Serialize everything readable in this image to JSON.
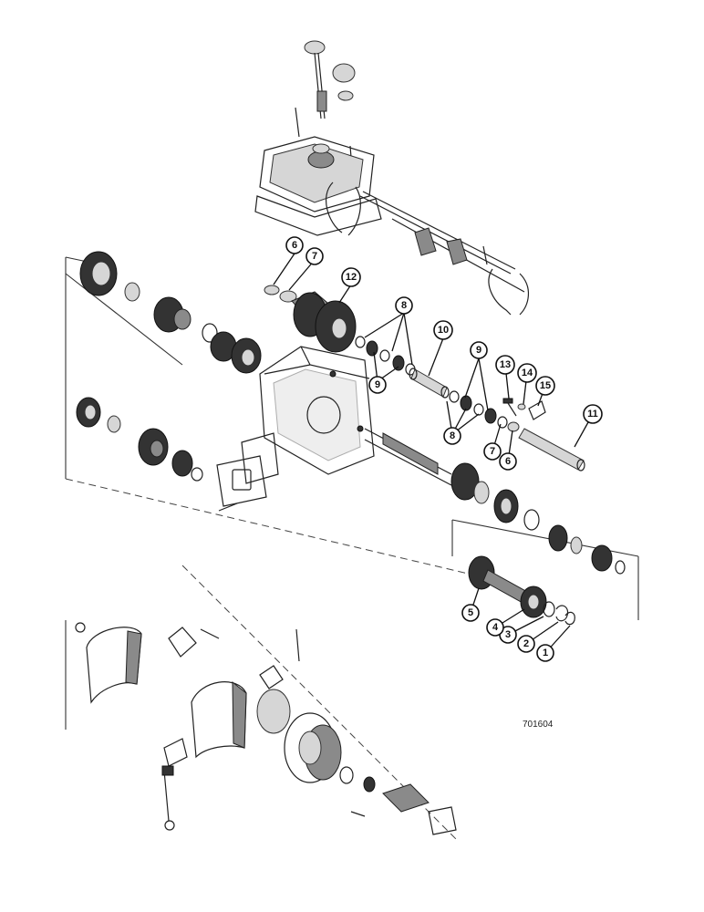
{
  "reference_number": "701604",
  "colors": {
    "ink": "#111111",
    "background": "#ffffff"
  },
  "callouts": [
    {
      "id": "c1",
      "label": "1"
    },
    {
      "id": "c2",
      "label": "2"
    },
    {
      "id": "c3",
      "label": "3"
    },
    {
      "id": "c4",
      "label": "4"
    },
    {
      "id": "c5",
      "label": "5"
    },
    {
      "id": "c6a",
      "label": "6"
    },
    {
      "id": "c6b",
      "label": "6"
    },
    {
      "id": "c7a",
      "label": "7"
    },
    {
      "id": "c7b",
      "label": "7"
    },
    {
      "id": "c8a",
      "label": "8"
    },
    {
      "id": "c8b",
      "label": "8"
    },
    {
      "id": "c9a",
      "label": "9"
    },
    {
      "id": "c9b",
      "label": "9"
    },
    {
      "id": "c10",
      "label": "10"
    },
    {
      "id": "c11",
      "label": "11"
    },
    {
      "id": "c12",
      "label": "12"
    },
    {
      "id": "c13",
      "label": "13"
    },
    {
      "id": "c14",
      "label": "14"
    },
    {
      "id": "c15",
      "label": "15"
    }
  ]
}
